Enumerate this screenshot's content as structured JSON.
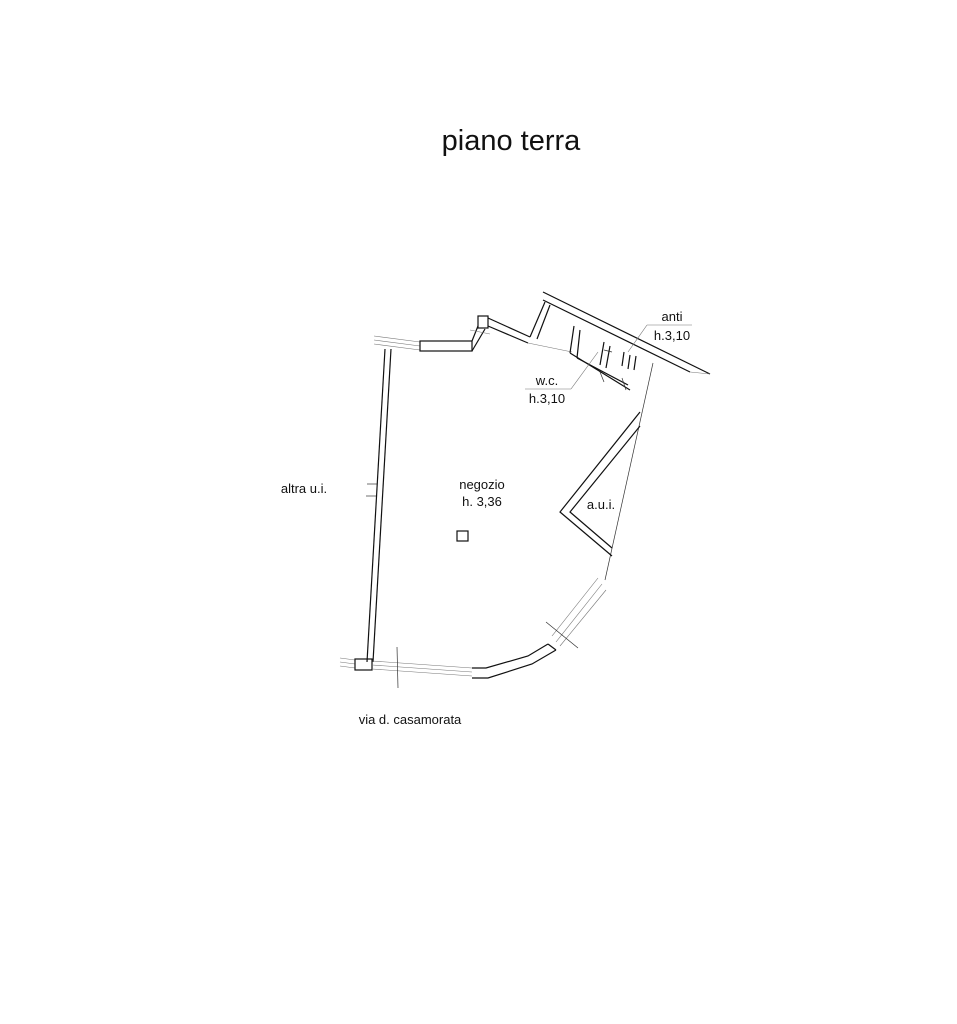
{
  "title": "piano terra",
  "labels": {
    "neighbor_left": "altra u.i.",
    "main_room_name": "negozio",
    "main_room_height": "h. 3,36",
    "neighbor_right": "a.u.i.",
    "wc_name": "w.c.",
    "wc_height": "h.3,10",
    "anti_name": "anti",
    "anti_height": "h.3,10",
    "street": "via d. casamorata"
  }
}
